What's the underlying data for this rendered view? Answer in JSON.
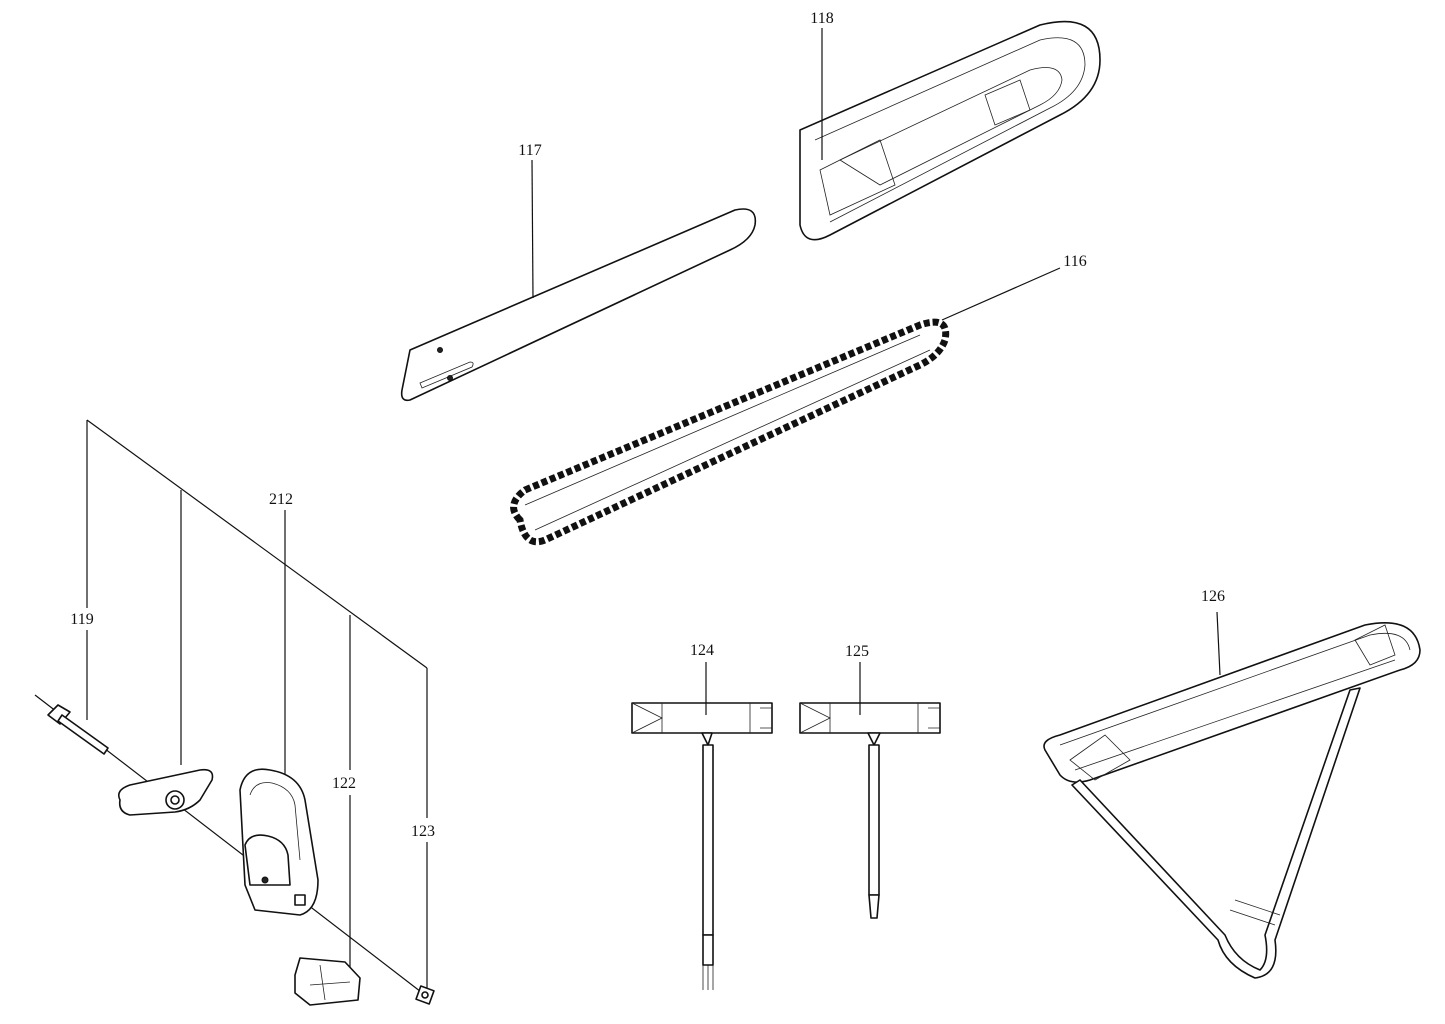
{
  "diagram": {
    "type": "exploded-parts-view",
    "parts": [
      {
        "id": "116",
        "label": "116"
      },
      {
        "id": "117",
        "label": "117"
      },
      {
        "id": "118",
        "label": "118"
      },
      {
        "id": "119",
        "label": "119"
      },
      {
        "id": "212",
        "label": "212"
      },
      {
        "id": "122",
        "label": "122"
      },
      {
        "id": "123",
        "label": "123"
      },
      {
        "id": "124",
        "label": "124"
      },
      {
        "id": "125",
        "label": "125"
      },
      {
        "id": "126",
        "label": "126"
      }
    ]
  }
}
